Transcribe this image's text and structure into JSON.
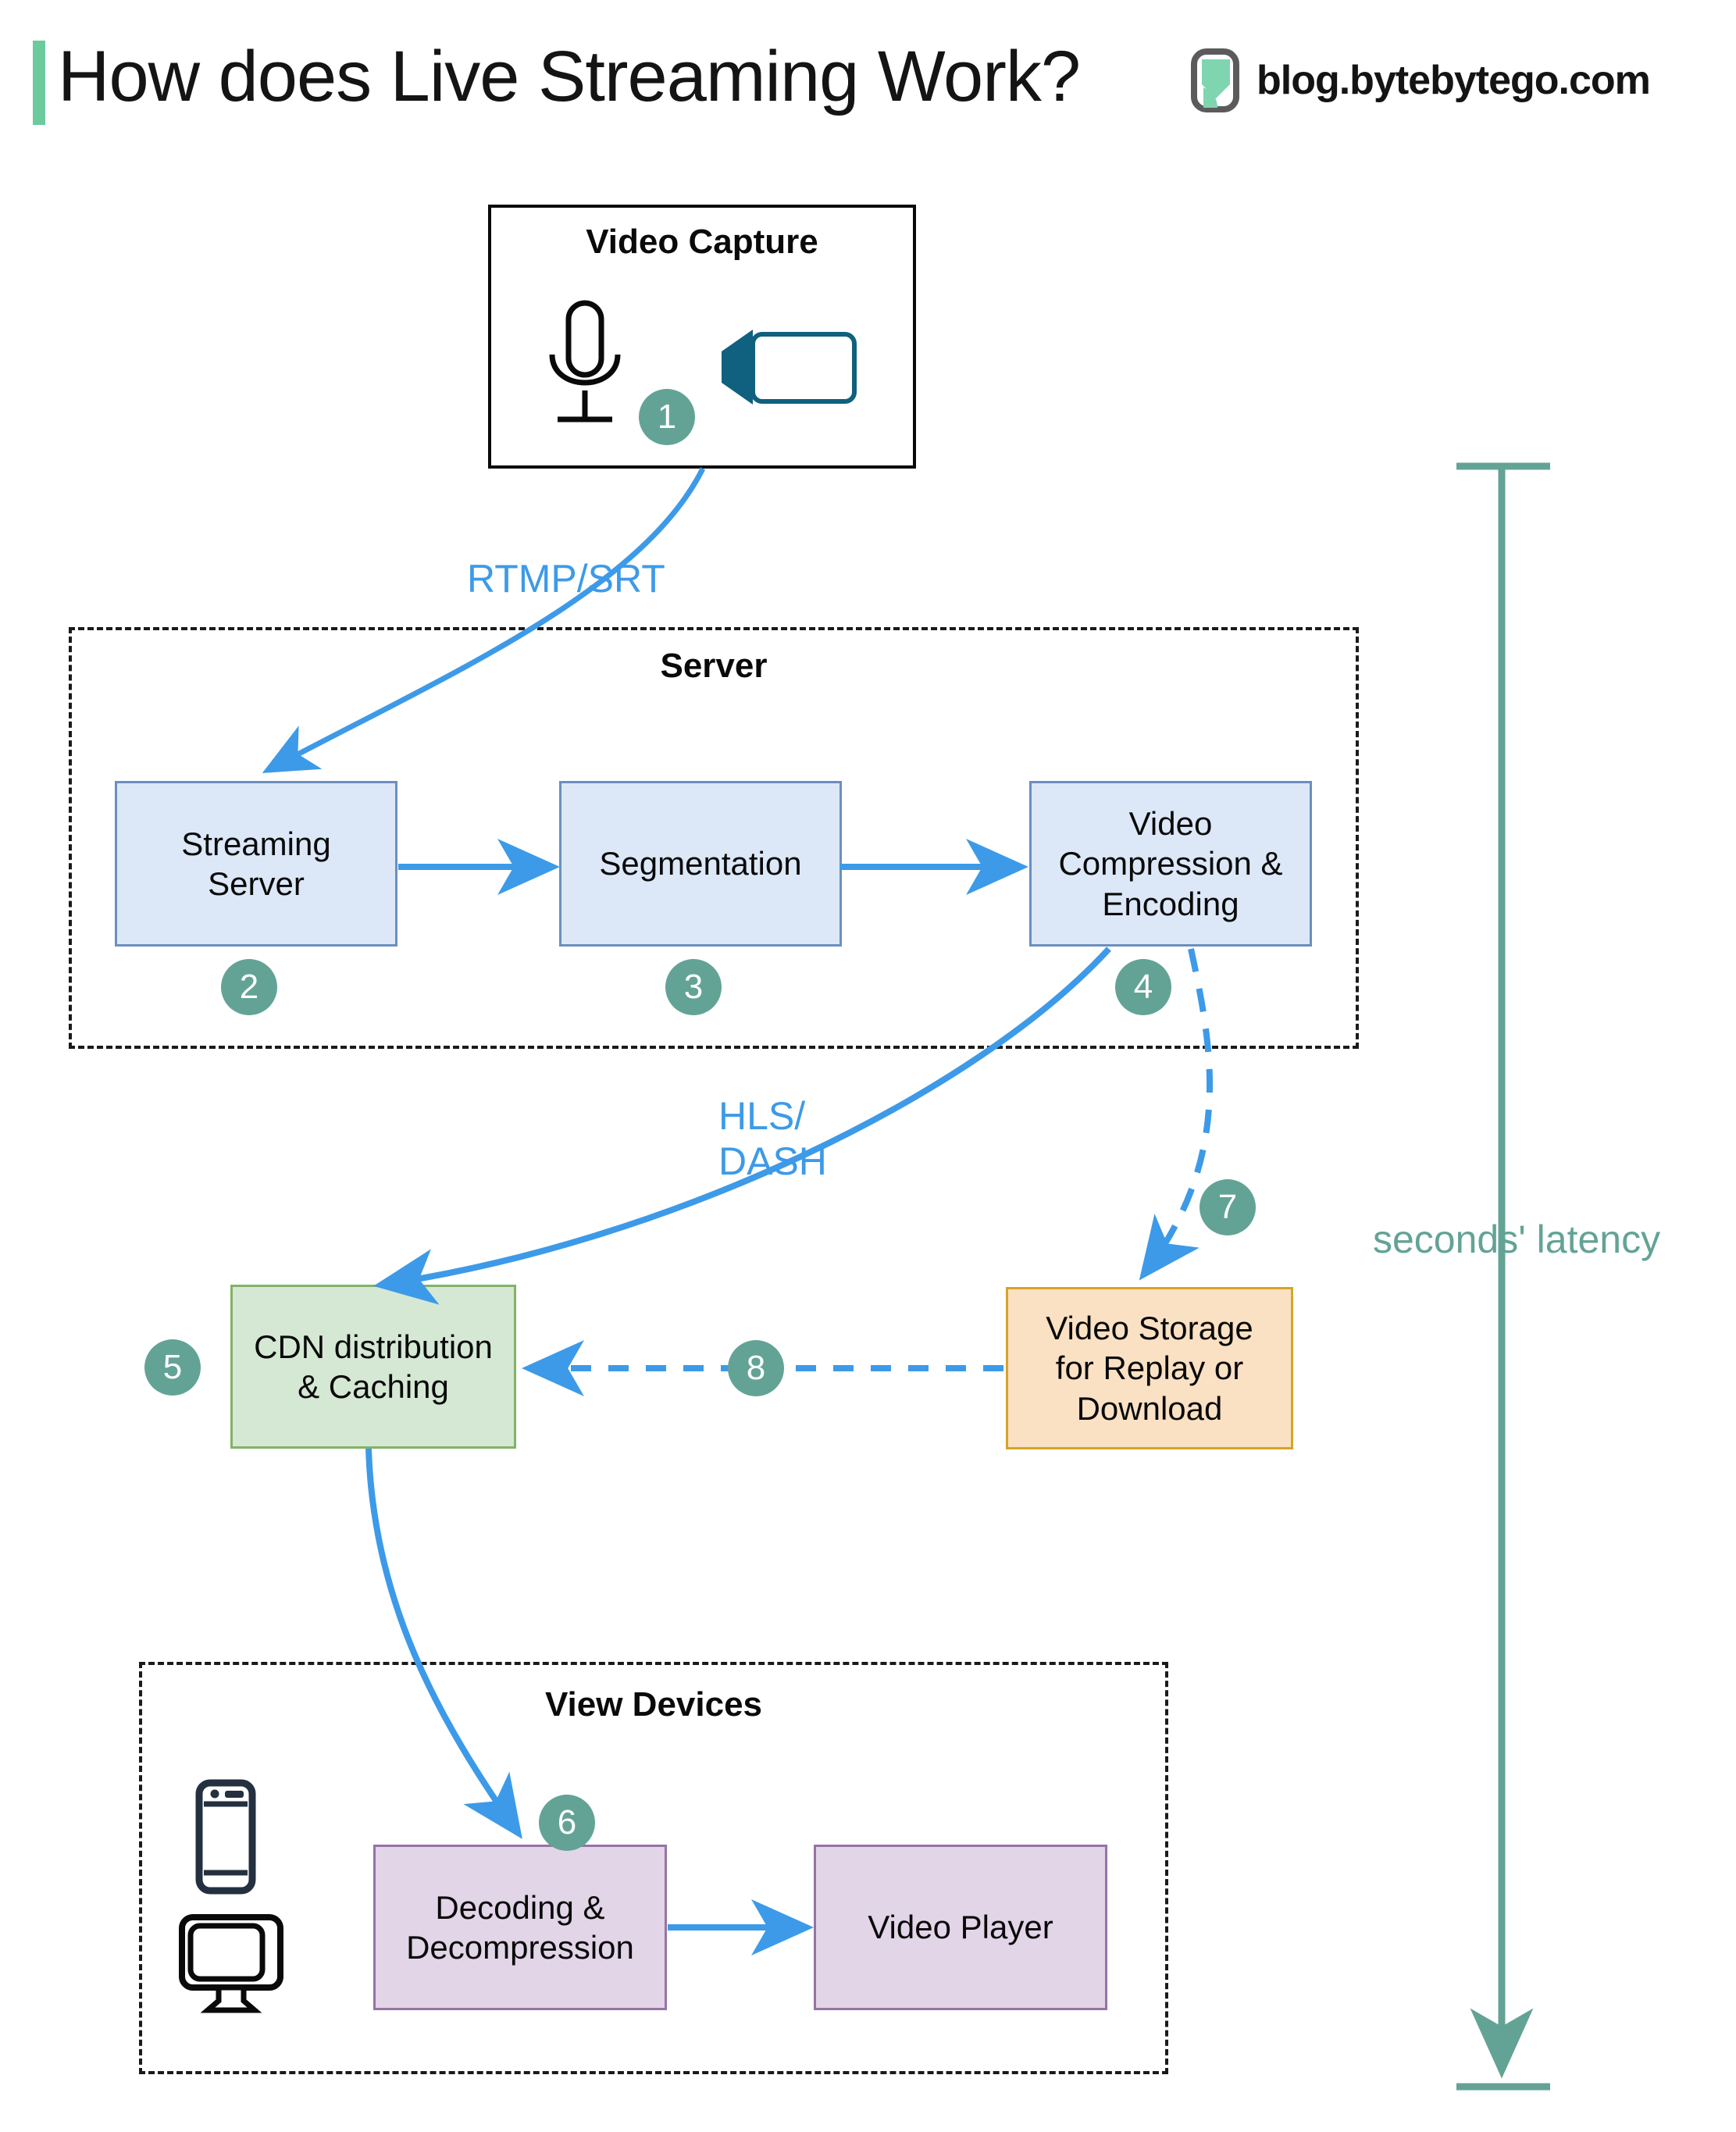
{
  "header": {
    "title": "How does Live Streaming Work?",
    "brand_text": "blog.bytebytego.com",
    "accent_color": "#6BCB9D",
    "logo_icon": "bytebytego-logo-icon"
  },
  "diagram": {
    "type": "flow-diagram",
    "groups": [
      {
        "id": "video-capture",
        "label": "Video Capture",
        "border": "solid"
      },
      {
        "id": "server",
        "label": "Server",
        "border": "dashed"
      },
      {
        "id": "view-devices",
        "label": "View Devices",
        "border": "dashed"
      }
    ],
    "nodes": [
      {
        "id": "streaming-server",
        "label": "Streaming\nServer",
        "step": "2",
        "color": "blue",
        "fill": "#DCE8F8",
        "stroke": "#6C8EBF",
        "group": "server"
      },
      {
        "id": "segmentation",
        "label": "Segmentation",
        "step": "3",
        "color": "blue",
        "fill": "#DCE8F8",
        "stroke": "#6C8EBF",
        "group": "server"
      },
      {
        "id": "video-compression",
        "label": "Video\nCompression &\nEncoding",
        "step": "4",
        "color": "blue",
        "fill": "#DCE8F8",
        "stroke": "#6C8EBF",
        "group": "server"
      },
      {
        "id": "cdn-distribution",
        "label": "CDN distribution\n& Caching",
        "step": "5",
        "color": "green",
        "fill": "#D5E8D4",
        "stroke": "#82B366",
        "group": null
      },
      {
        "id": "video-storage",
        "label": "Video Storage\nfor Replay or\nDownload",
        "step": "7",
        "color": "orange",
        "fill": "#FAE1C3",
        "stroke": "#D6A429",
        "group": null
      },
      {
        "id": "decoding",
        "label": "Decoding &\nDecompression",
        "step": "6",
        "color": "purple",
        "fill": "#E1D5E7",
        "stroke": "#9673A6",
        "group": "view-devices"
      },
      {
        "id": "video-player",
        "label": "Video Player",
        "step": null,
        "color": "purple",
        "fill": "#E1D5E7",
        "stroke": "#9673A6",
        "group": "view-devices"
      }
    ],
    "steps": [
      "1",
      "2",
      "3",
      "4",
      "5",
      "6",
      "7",
      "8"
    ],
    "step_badge_color": "#63A396",
    "edge_color": "#3D9AE8",
    "edge_labels": [
      {
        "id": "rtmp-srt",
        "text": "RTMP/SRT"
      },
      {
        "id": "hls-dash",
        "text": "HLS/\nDASH"
      }
    ],
    "capture_icons": [
      {
        "id": "microphone-icon",
        "name": "microphone-icon"
      },
      {
        "id": "video-camera-icon",
        "name": "video-camera-icon"
      }
    ],
    "device_icons": [
      {
        "id": "smartphone-icon",
        "name": "smartphone-icon"
      },
      {
        "id": "desktop-monitor-icon",
        "name": "desktop-monitor-icon"
      }
    ],
    "annotation": {
      "id": "latency",
      "text": "seconds' latency",
      "color": "#63A396"
    }
  }
}
